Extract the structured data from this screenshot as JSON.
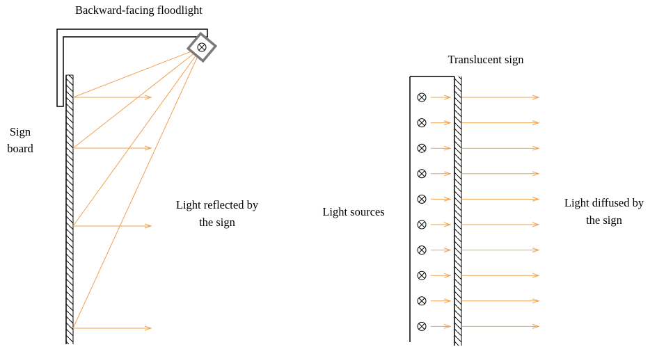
{
  "left_diagram": {
    "floodlight_label": "Backward-facing floodlight",
    "sign_label_line1": "Sign",
    "sign_label_line2": "board",
    "reflected_label_line1": "Light reflected by",
    "reflected_label_line2": "the sign"
  },
  "right_diagram": {
    "sign_label": "Translucent sign",
    "sources_label": "Light sources",
    "diffused_label_line1": "Light diffused by",
    "diffused_label_line2": "the sign",
    "lamp_count": 10
  },
  "colors": {
    "ray": "#f0a050",
    "outline": "#000000",
    "fixture": "#7a7a7a"
  }
}
